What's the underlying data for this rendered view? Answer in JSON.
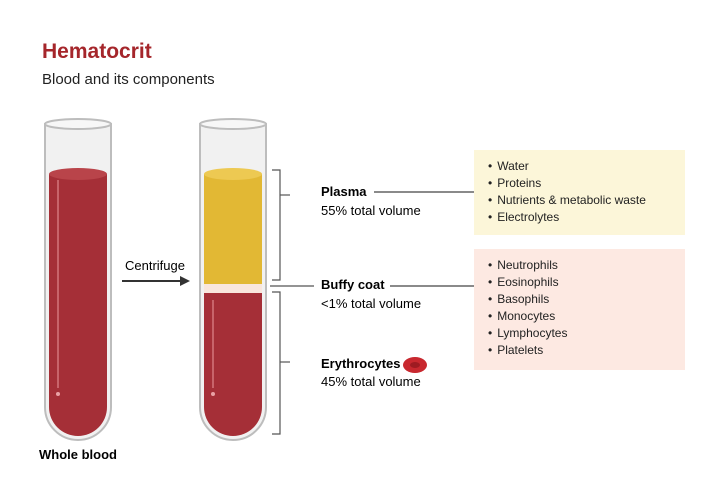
{
  "title": "Hematocrit",
  "subtitle": "Blood and its components",
  "tube_left": {
    "label": "Whole blood"
  },
  "centrifuge": {
    "label": "Centrifuge"
  },
  "layers": [
    {
      "name": "Plasma",
      "volume": "55% total volume",
      "color": "#e2b834"
    },
    {
      "name": "Buffy coat",
      "volume": "<1% total volume",
      "color": "#f9e6dc"
    },
    {
      "name": "Erythrocytes",
      "volume": "45% total volume",
      "color": "#a52f37"
    }
  ],
  "plasma_components": [
    "Water",
    "Proteins",
    "Nutrients & metabolic waste",
    "Electrolytes"
  ],
  "buffy_components": [
    "Neutrophils",
    "Eosinophils",
    "Basophils",
    "Monocytes",
    "Lymphocytes",
    "Platelets"
  ],
  "colors": {
    "title": "#a5262b",
    "blood": "#a52f37",
    "plasma": "#e2b834",
    "plasma_box": "#fcf6d9",
    "buffy_box": "#fde9e2"
  },
  "icons": [
    "red-blood-cell-icon",
    "neutrophil-icon",
    "eosinophil-icon",
    "basophil-icon",
    "monocyte-icon",
    "lymphocyte-icon",
    "platelet-icon"
  ]
}
